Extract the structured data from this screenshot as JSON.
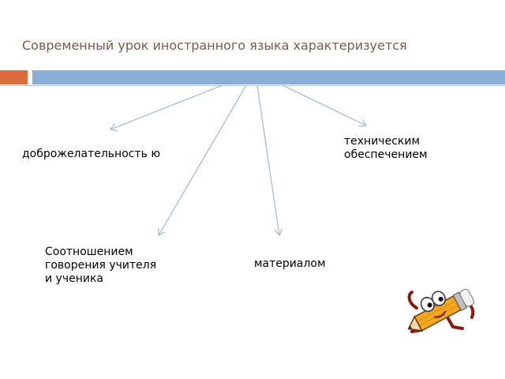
{
  "slide": {
    "title": "Современный урок иностранного языка характеризуется"
  },
  "diagram": {
    "nodes": [
      {
        "id": "friendliness",
        "text": "доброжелательность ю"
      },
      {
        "id": "technical",
        "text": "техническим обеспечением"
      },
      {
        "id": "speech",
        "text": "Соотношением говорения учителя и ученика"
      },
      {
        "id": "material",
        "text": "материалом"
      }
    ]
  },
  "colors": {
    "title": "#7a5a50",
    "accent_orange": "#d96c3c",
    "accent_blue": "#8aaed6",
    "connector": "#9ab8d8"
  },
  "decoration": {
    "mascot": "pencil-character-icon"
  }
}
